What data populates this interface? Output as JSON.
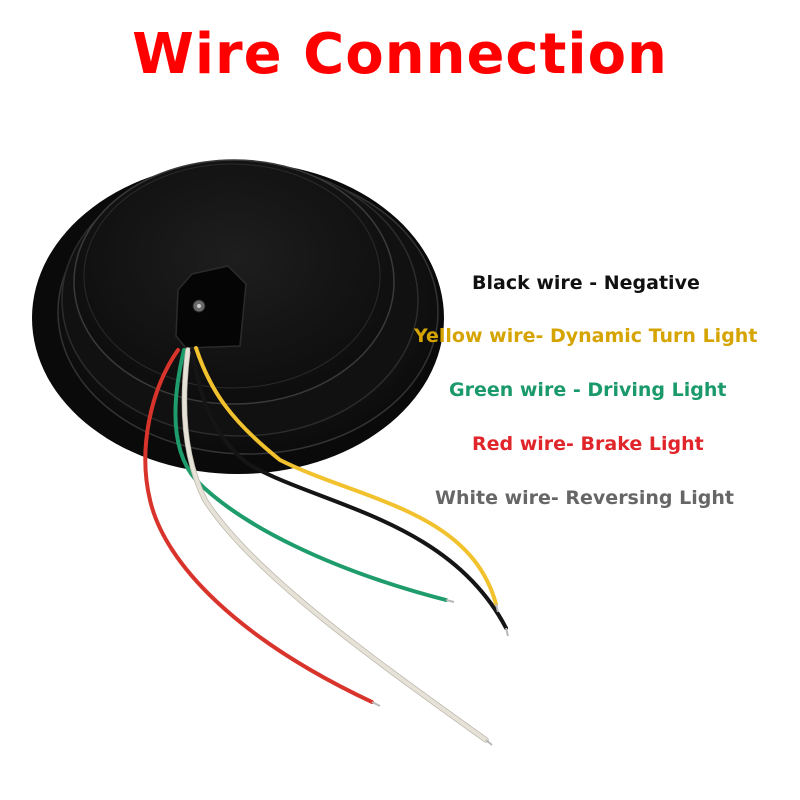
{
  "title": {
    "text": "Wire Connection",
    "color": "#ff0000"
  },
  "legend": [
    {
      "text": "Black wire - Negative",
      "color": "#111111"
    },
    {
      "text": "Yellow wire- Dynamic Turn Light",
      "color": "#d6a400"
    },
    {
      "text": "Green wire - Driving Light",
      "color": "#1a9a6a"
    },
    {
      "text": "Red wire- Brake Light",
      "color": "#e0262b"
    },
    {
      "text": "White wire-  Reversing Light",
      "color": "#666666"
    }
  ],
  "wire_colors": {
    "black": "#151515",
    "yellow": "#f2c12e",
    "green": "#1e9c6b",
    "red": "#d9342b",
    "white": "#e6e2d8"
  }
}
